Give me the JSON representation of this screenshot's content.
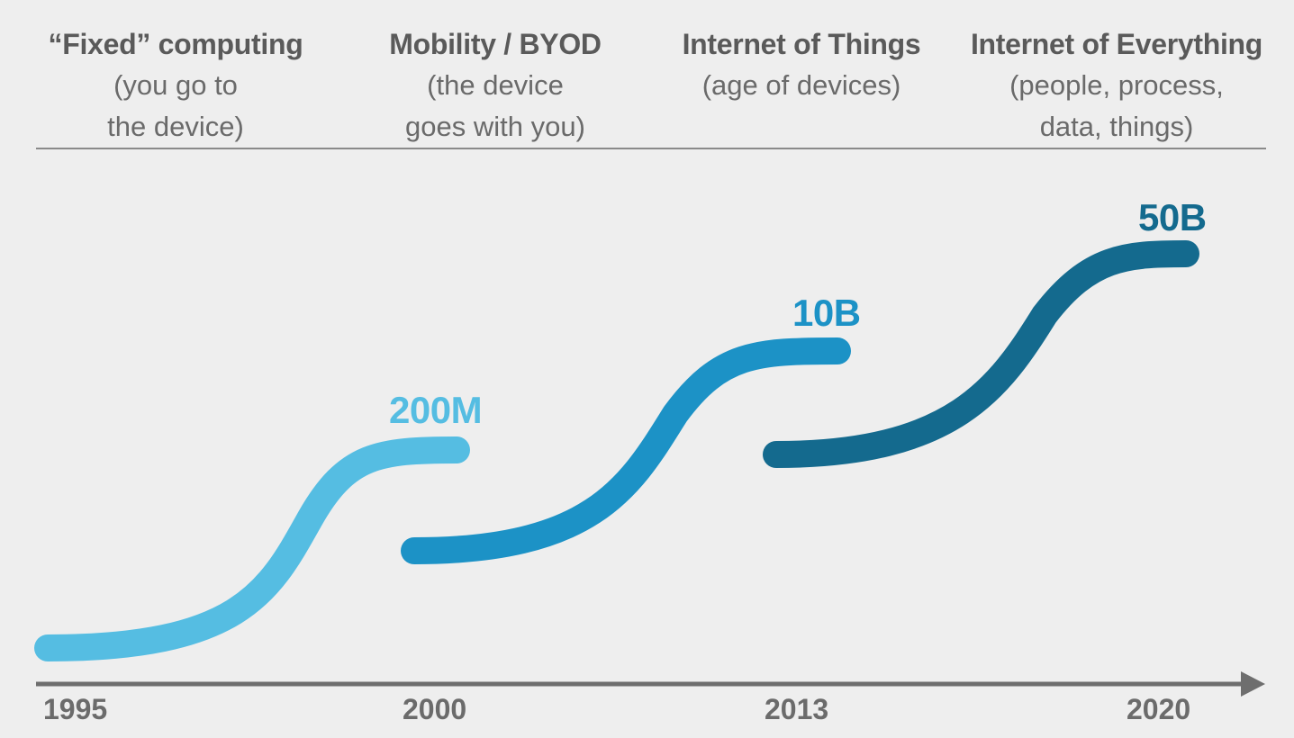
{
  "eras": [
    {
      "title": "“Fixed” computing",
      "line1": "(you go to",
      "line2": "the device)"
    },
    {
      "title": "Mobility / BYOD",
      "line1": "(the device",
      "line2": "goes with you)"
    },
    {
      "title": "Internet of Things",
      "line1": "(age of devices)",
      "line2": ""
    },
    {
      "title": "Internet of Everything",
      "line1": "(people, process,",
      "line2": "data, things)"
    }
  ],
  "years": [
    "1995",
    "2000",
    "2013",
    "2020"
  ],
  "values": [
    {
      "label": "200M",
      "color": "#55bde2"
    },
    {
      "label": "10B",
      "color": "#1c92c6"
    },
    {
      "label": "50B",
      "color": "#146a8e"
    }
  ],
  "colors": {
    "background": "#eeeeee",
    "axis": "#6e6e6e",
    "divider": "#8a8a8a"
  }
}
